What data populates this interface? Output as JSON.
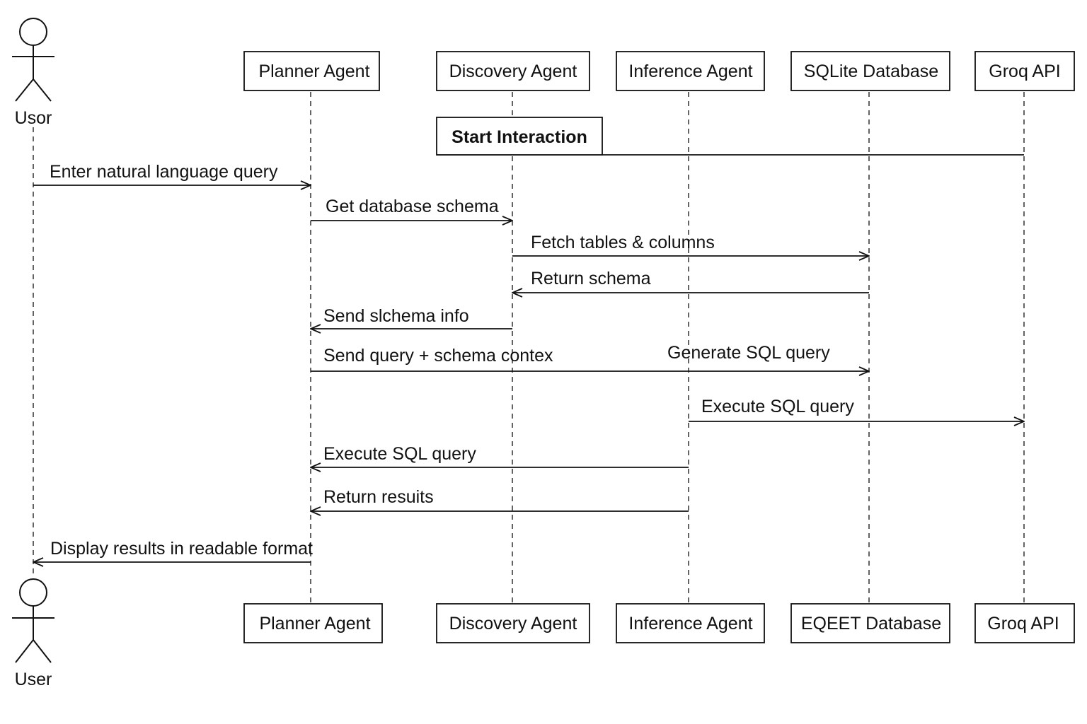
{
  "participants": {
    "user_top": "Usor",
    "user_bottom": "User",
    "planner_top": "Planner Agent",
    "planner_bottom": "Planner Agent",
    "discovery_top": "Discovery Agent",
    "discovery_bottom": "Discovery Agent",
    "inference_top": "Inference Agent",
    "inference_bottom": "Inference Agent",
    "sqlite_top": "SQLite Database",
    "sqlite_bottom": "EQEET Database",
    "groq_top": "Groq API",
    "groq_bottom": "Groq API"
  },
  "frame": {
    "label": "Start Interaction"
  },
  "messages": [
    {
      "text": "Enter natural language query"
    },
    {
      "text": "Get database schema"
    },
    {
      "text": "Fetch tables & columns"
    },
    {
      "text": "Return schema"
    },
    {
      "text": "Send slchema info"
    },
    {
      "text": "Send query + schema contex"
    },
    {
      "text": "Generate SQL query"
    },
    {
      "text": "Execute SQL query"
    },
    {
      "text": "Execute SQL query"
    },
    {
      "text": "Return resuits"
    },
    {
      "text": "Display results in readable format"
    }
  ]
}
